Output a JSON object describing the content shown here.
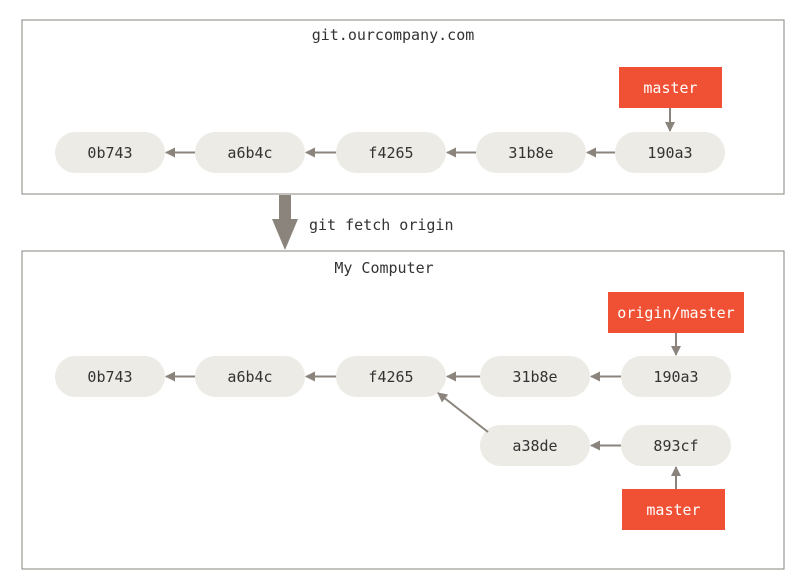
{
  "remote": {
    "title": "git.ourcompany.com",
    "commits": [
      "0b743",
      "a6b4c",
      "f4265",
      "31b8e",
      "190a3"
    ],
    "branch_label": "master"
  },
  "action": {
    "command": "git fetch origin"
  },
  "local": {
    "title": "My Computer",
    "commits_top": [
      "0b743",
      "a6b4c",
      "f4265",
      "31b8e",
      "190a3"
    ],
    "commits_bottom": [
      "a38de",
      "893cf"
    ],
    "remote_branch_label": "origin/master",
    "branch_label": "master"
  },
  "colors": {
    "commit_fill": "#ecebe5",
    "commit_text": "#333333",
    "branch_fill": "#f05033",
    "branch_text": "#ffffff",
    "arrow": "#8a847c",
    "box_stroke": "#8a847c"
  }
}
